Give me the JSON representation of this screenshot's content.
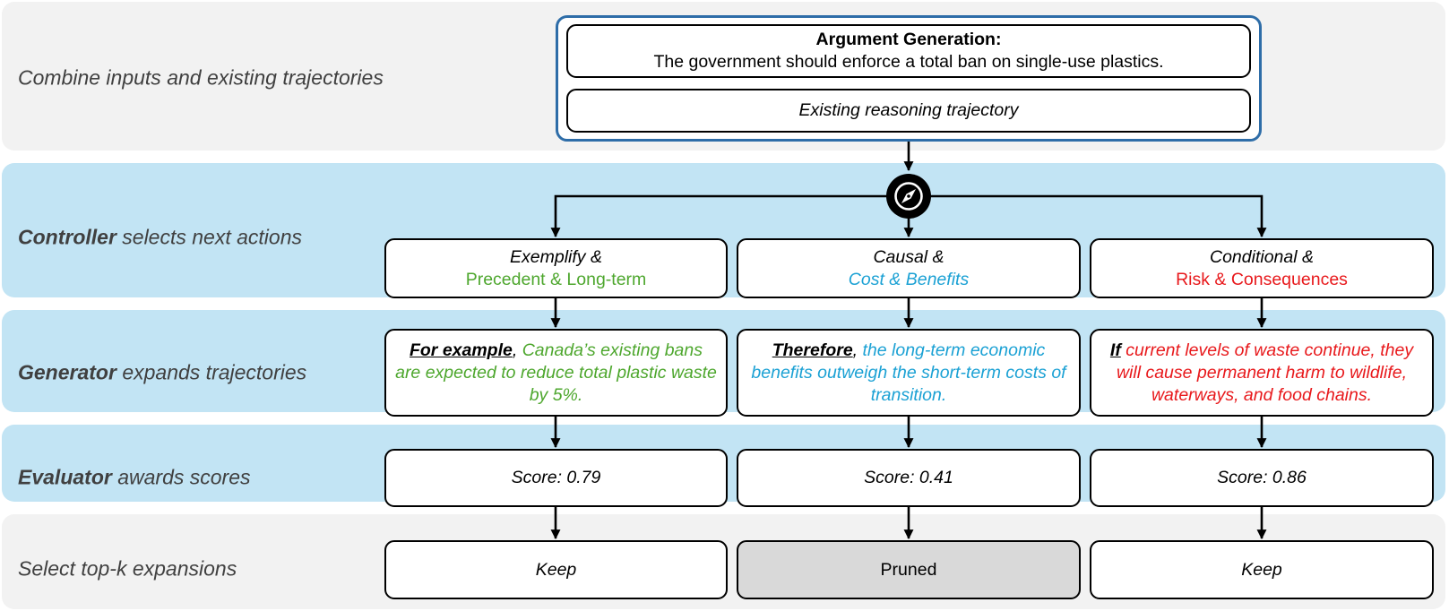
{
  "colors": {
    "green": "#4ea72e",
    "cyan": "#1ba1d4",
    "red": "#e8191c",
    "band_gray": "#f2f2f2",
    "band_blue": "#c2e4f4",
    "outer_border": "#2e6da8",
    "pruned_fill": "#d9d9d9"
  },
  "bands": {
    "combine": {
      "text": "Combine inputs and existing trajectories"
    },
    "controller": {
      "bold": "Controller",
      "rest": " selects next actions"
    },
    "generator": {
      "bold": "Generator",
      "rest": " expands trajectories"
    },
    "evaluator": {
      "bold": "Evaluator",
      "rest": " awards scores"
    },
    "select": {
      "text": "Select top-k expansions"
    }
  },
  "input": {
    "title": "Argument Generation:",
    "statement": "The government should enforce a total ban on single-use plastics.",
    "trajectory": "Existing reasoning trajectory"
  },
  "controller_icon": "compass-icon",
  "branches": [
    {
      "action_line1": "Exemplify &",
      "action_line2": "Precedent & Long-term",
      "gen_keyword": "For example",
      "gen_sep": ",",
      "gen_text": " Canada’s existing bans are expected to reduce total plastic waste by 5%.",
      "score": "Score: 0.79",
      "result": "Keep"
    },
    {
      "action_line1": "Causal &",
      "action_line2": "Cost & Benefits",
      "gen_keyword": "Therefore",
      "gen_sep": ",",
      "gen_text": " the long-term economic benefits outweigh the short-term costs of transition.",
      "score": "Score: 0.41",
      "result": "Pruned"
    },
    {
      "action_line1": "Conditional &",
      "action_line2": "Risk & Consequences",
      "gen_keyword": "If",
      "gen_sep": "",
      "gen_text": " current levels of waste continue, they will cause permanent harm to wildlife, waterways, and food chains.",
      "score": "Score: 0.86",
      "result": "Keep"
    }
  ]
}
